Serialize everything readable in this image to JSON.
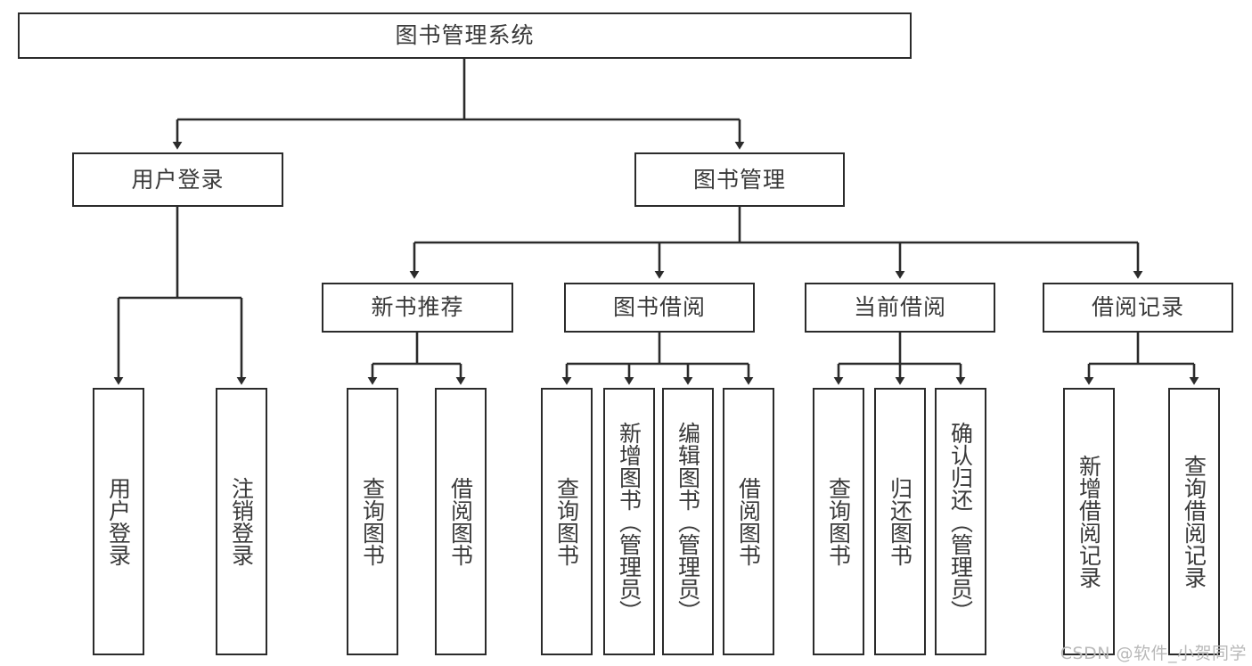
{
  "diagram": {
    "title": "图书管理系统",
    "type": "tree-hierarchy-diagram",
    "colors": {
      "border": "#2b2b2b",
      "text": "#3a3a3a",
      "background": "#ffffff",
      "watermark": "#b9b9b9"
    }
  },
  "root": {
    "label": "图书管理系统"
  },
  "level2": [
    {
      "label": "用户登录"
    },
    {
      "label": "图书管理"
    }
  ],
  "level3": [
    {
      "label": "新书推荐"
    },
    {
      "label": "图书借阅"
    },
    {
      "label": "当前借阅"
    },
    {
      "label": "借阅记录"
    }
  ],
  "leaves": {
    "user_login": [
      {
        "label": "用户登录"
      },
      {
        "label": "注销登录"
      }
    ],
    "new_book_recommend": [
      {
        "label": "查询图书"
      },
      {
        "label": "借阅图书"
      }
    ],
    "book_borrow": [
      {
        "label": "查询图书"
      },
      {
        "label": "新增图书（管理员）"
      },
      {
        "label": "编辑图书（管理员）"
      },
      {
        "label": "借阅图书"
      }
    ],
    "current_borrow": [
      {
        "label": "查询图书"
      },
      {
        "label": "归还图书"
      },
      {
        "label": "确认归还（管理员）"
      }
    ],
    "borrow_record": [
      {
        "label": "新增借阅记录"
      },
      {
        "label": "查询借阅记录"
      }
    ]
  },
  "watermark": {
    "text": "CSDN @软件_小贺同学"
  }
}
